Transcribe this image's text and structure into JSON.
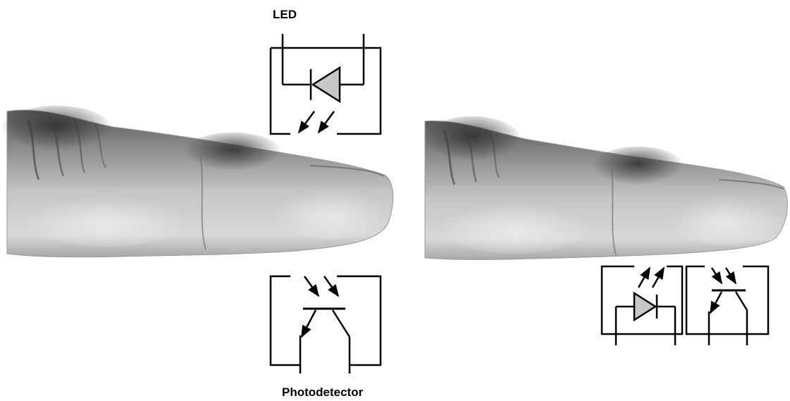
{
  "labels": {
    "led": "LED",
    "photodetector": "Photodetector"
  },
  "panels": [
    {
      "mode": "transmission",
      "components": [
        "LED above finger",
        "photodetector below finger"
      ]
    },
    {
      "mode": "reflectance",
      "components": [
        "LED and photodetector side by side below finger"
      ]
    }
  ],
  "colors": {
    "circuit_line": "#000000",
    "diode_fill": "#c8c8c8",
    "skin_light": "#d9d9d9",
    "skin_dark": "#4a4a4a",
    "background": "#ffffff"
  }
}
